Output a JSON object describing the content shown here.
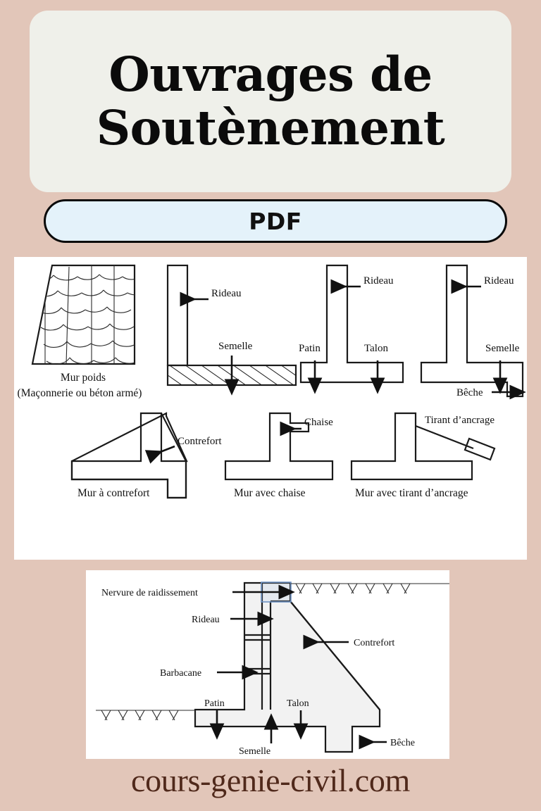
{
  "page": {
    "background_color": "#e2c6b9",
    "footer": "cours-genie-civil.com",
    "footer_color": "#50291b"
  },
  "title_card": {
    "background_color": "#eff0ea",
    "line1": "Ouvrages de",
    "line2": "Soutènement"
  },
  "pdf_button": {
    "label": "PDF",
    "background_color": "#e4f2fa",
    "border_color": "#0a0a0a"
  },
  "figures": {
    "top_panel": {
      "background_color": "#ffffff",
      "diagrams": [
        {
          "name": "mur-poids",
          "caption": "Mur poids",
          "subcaption": "(Maçonnerie ou béton armé)",
          "annotations": []
        },
        {
          "name": "mur-rideau-semelle",
          "caption": "",
          "annotations": [
            "Rideau",
            "Semelle"
          ]
        },
        {
          "name": "mur-en-t-patin-talon",
          "caption": "",
          "annotations": [
            "Rideau",
            "Patin",
            "Talon"
          ]
        },
        {
          "name": "mur-avec-beche",
          "caption": "",
          "annotations": [
            "Rideau",
            "Semelle",
            "Bêche"
          ]
        },
        {
          "name": "mur-a-contrefort",
          "caption": "Mur à contrefort",
          "annotations": [
            "Contrefort"
          ]
        },
        {
          "name": "mur-avec-chaise",
          "caption": "Mur avec chaise",
          "annotations": [
            "Chaise"
          ]
        },
        {
          "name": "mur-avec-tirant-d-ancrage",
          "caption": "Mur avec tirant d’ancrage",
          "annotations": [
            "Tirant d’ancrage"
          ]
        }
      ],
      "labels": {
        "rideau": "Rideau",
        "semelle": "Semelle",
        "patin": "Patin",
        "talon": "Talon",
        "beche": "Bêche",
        "contrefort": "Contrefort",
        "chaise": "Chaise",
        "tirant": "Tirant d’ancrage",
        "mur_poids": "Mur poids",
        "mur_poids_sub": "(Maçonnerie ou béton armé)",
        "mur_contrefort": "Mur à contrefort",
        "mur_chaise": "Mur avec chaise",
        "mur_tirant": "Mur avec tirant d’ancrage"
      }
    },
    "bottom_panel": {
      "background_color": "#ffffff",
      "name": "mur-de-soutenement-detaille",
      "labels": {
        "nervure": "Nervure de raidissement",
        "rideau": "Rideau",
        "barbacane": "Barbacane",
        "contrefort": "Contrefort",
        "patin": "Patin",
        "talon": "Talon",
        "semelle": "Semelle",
        "beche": "Bêche"
      },
      "highlight_color": "#6f93c4"
    }
  }
}
